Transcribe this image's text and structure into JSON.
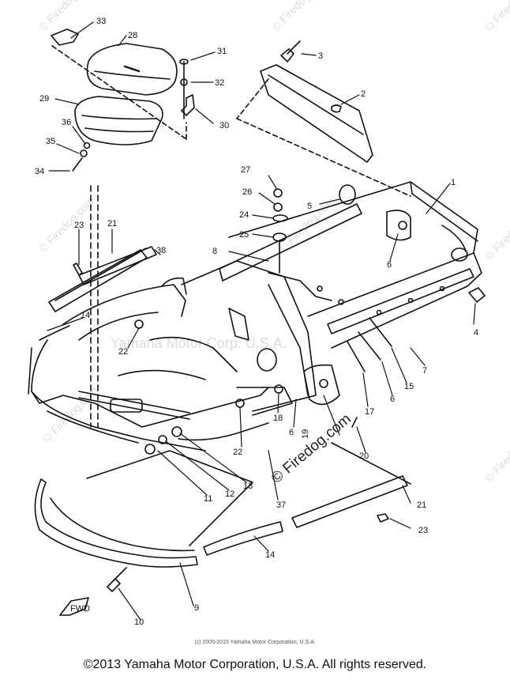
{
  "watermarks": {
    "site": "© Firedog.com",
    "brand": "Yamaha Motor Corp. U.S.A."
  },
  "callouts": {
    "c1": "1",
    "c2": "2",
    "c3": "3",
    "c4": "4",
    "c5": "5",
    "c6a": "6",
    "c6b": "6",
    "c6c": "6",
    "c7": "7",
    "c8": "8",
    "c9": "9",
    "c10": "10",
    "c11": "11",
    "c12": "12",
    "c13": "13",
    "c14a": "14",
    "c14b": "14",
    "c15": "15",
    "c17": "17",
    "c18": "18",
    "c19": "19",
    "c20": "20",
    "c21a": "21",
    "c21b": "21",
    "c22a": "22",
    "c22b": "22",
    "c23a": "23",
    "c23b": "23",
    "c24": "24",
    "c25": "25",
    "c26": "26",
    "c27": "27",
    "c28": "28",
    "c29": "29",
    "c30": "30",
    "c31": "31",
    "c32": "32",
    "c33": "33",
    "c34": "34",
    "c35": "35",
    "c36": "36",
    "c37": "37",
    "c38": "38"
  },
  "fwd_label": "FWD",
  "small_copyright": "(c) 2005-2015 Yamaha Motor Corporation, U.S.A.",
  "footer": "©2013 Yamaha Motor Corporation, U.S.A. All rights reserved."
}
